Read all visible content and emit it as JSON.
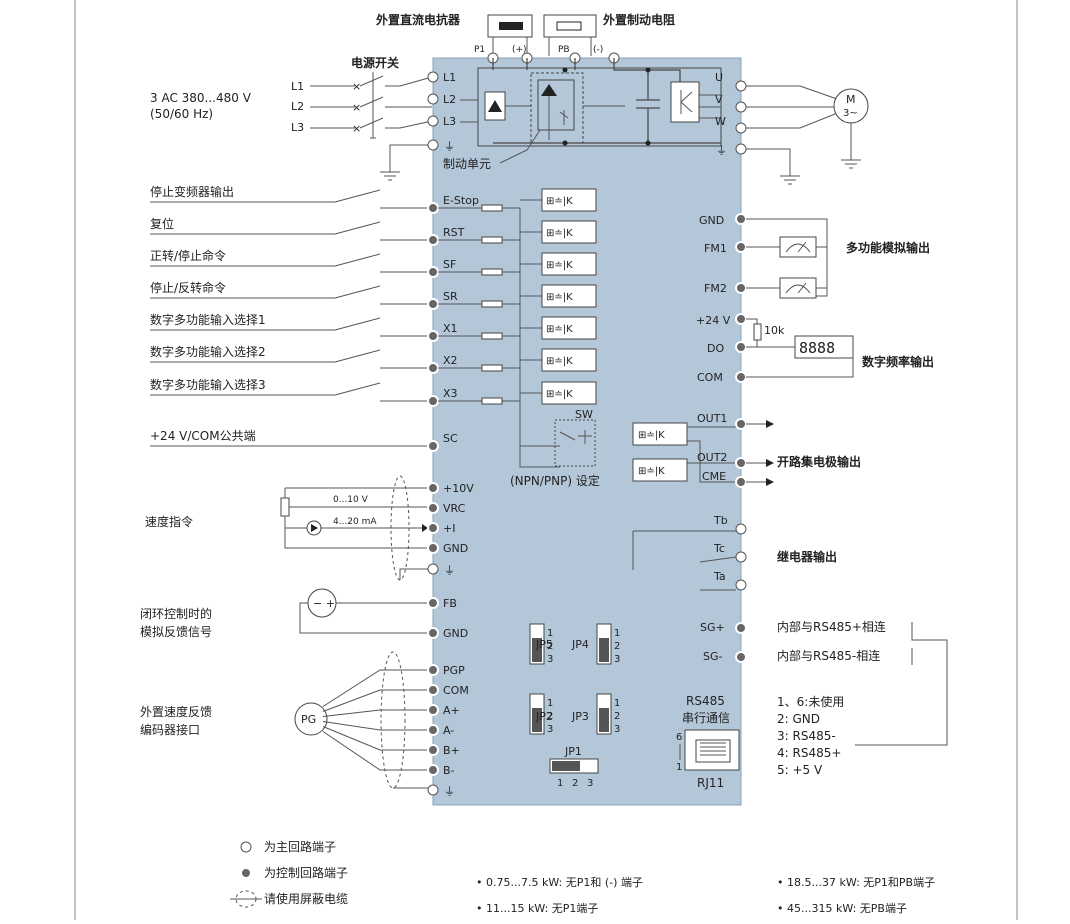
{
  "top": {
    "dc_reactor": "外置直流电抗器",
    "brake_resistor": "外置制动电阻",
    "p1": "P1",
    "plus": "(+)",
    "pb": "PB",
    "minus": "(-)"
  },
  "power": {
    "switch": "电源开关",
    "supply": "3 AC 380...480 V",
    "freq": "(50/60 Hz)",
    "l1": "L1",
    "l2": "L2",
    "l3": "L3",
    "brake_unit": "制动单元",
    "u": "U",
    "v": "V",
    "w": "W",
    "motor": "M",
    "motor_sub": "3~"
  },
  "left_inputs": [
    {
      "label": "停止变频器输出",
      "term": "E-Stop"
    },
    {
      "label": "复位",
      "term": "RST"
    },
    {
      "label": "正转/停止命令",
      "term": "SF"
    },
    {
      "label": "停止/反转命令",
      "term": "SR"
    },
    {
      "label": "数字多功能输入选择1",
      "term": "X1"
    },
    {
      "label": "数字多功能输入选择2",
      "term": "X2"
    },
    {
      "label": "数字多功能输入选择3",
      "term": "X3"
    }
  ],
  "sc": {
    "label": "+24 V/COM公共端",
    "term": "SC"
  },
  "sw": {
    "label": "SW",
    "setting": "(NPN/PNP) 设定"
  },
  "analog": {
    "speed_cmd": "速度指令",
    "v_range": "0...10 V",
    "i_range": "4...20 mA",
    "p10v": "+10V",
    "vrc": "VRC",
    "ipl": "+I",
    "gnd": "GND"
  },
  "feedback": {
    "label1": "闭环控制时的",
    "label2": "模拟反馈信号",
    "fb": "FB",
    "gnd": "GND"
  },
  "encoder": {
    "label1": "外置速度反馈",
    "label2": "编码器接口",
    "pg": "PG",
    "terms": [
      "PGP",
      "COM",
      "A+",
      "A-",
      "B+",
      "B-"
    ]
  },
  "right_outputs": {
    "gnd": "GND",
    "fm1": "FM1",
    "fm2": "FM2",
    "analog_out": "多功能模拟输出",
    "p24": "+24 V",
    "do": "DO",
    "com": "COM",
    "r10k": "10k",
    "freq_out": "数字频率输出",
    "out1": "OUT1",
    "out2": "OUT2",
    "cme": "CME",
    "oc_out": "开路集电极输出",
    "tb": "Tb",
    "tc": "Tc",
    "ta": "Ta",
    "relay_out": "继电器输出",
    "sgp": "SG+",
    "sgm": "SG-",
    "sgp_note": "内部与RS485+相连",
    "sgm_note": "内部与RS485-相连"
  },
  "jumpers": {
    "jp5": "JP5",
    "jp4": "JP4",
    "jp2": "JP2",
    "jp3": "JP3",
    "jp1": "JP1",
    "n1": "1",
    "n2": "2",
    "n3": "3"
  },
  "rs485": {
    "title1": "RS485",
    "title2": "串行通信",
    "port": "RJ11",
    "pin6": "6",
    "pin1": "1",
    "pins": [
      "1、6:未使用",
      "2: GND",
      "3: RS485-",
      "4: RS485+",
      "5: +5 V"
    ]
  },
  "legend": {
    "main": "为主回路端子",
    "ctrl": "为控制回路端子",
    "shield": "请使用屏蔽电缆"
  },
  "notes": [
    "• 0.75...7.5 kW: 无P1和 (-) 端子",
    "• 11...15 kW: 无P1端子",
    "• 18.5...37 kW: 无P1和PB端子",
    "• 45...315 kW: 无PB端子"
  ],
  "colors": {
    "panel": "#b3c7d9",
    "line": "#555555",
    "bg": "#ffffff"
  }
}
